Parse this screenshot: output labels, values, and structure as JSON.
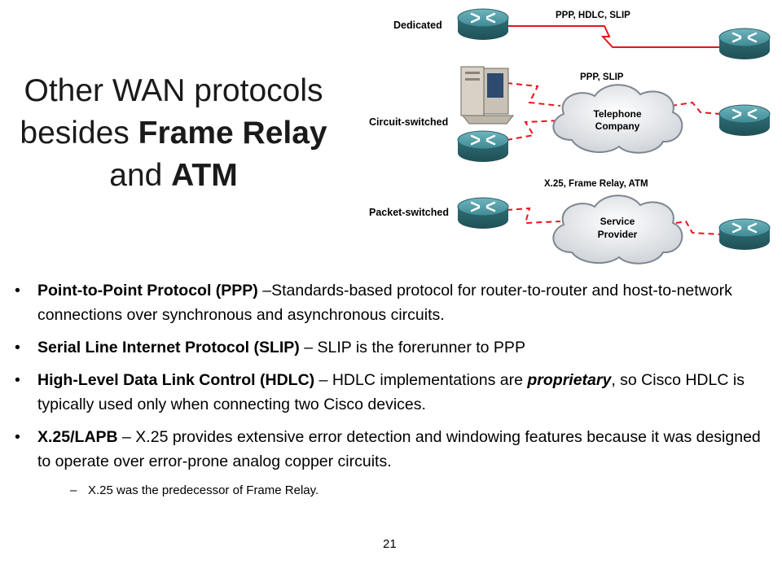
{
  "title": {
    "line1": "Other WAN protocols",
    "line2_prefix": "besides ",
    "line2_bold": "Frame Relay",
    "line3_prefix": "and ",
    "line3_bold": "ATM"
  },
  "diagram": {
    "label_dedicated": "Dedicated",
    "label_circuit": "Circuit-switched",
    "label_packet": "Packet-switched",
    "proto_dedicated": "PPP, HDLC, SLIP",
    "proto_circuit": "PPP, SLIP",
    "proto_packet": "X.25, Frame Relay, ATM",
    "cloud1_line1": "Telephone",
    "cloud1_line2": "Company",
    "cloud2_line1": "Service",
    "cloud2_line2": "Provider",
    "colors": {
      "link": "#e8141c",
      "router": "#3f8a94",
      "cloud": "#d9dde2"
    }
  },
  "bullets": [
    {
      "bold": "Point-to-Point Protocol (PPP)",
      "text": " –Standards-based protocol for router-to-router and host-to-network connections over synchronous and asynchronous circuits."
    },
    {
      "bold": "Serial Line Internet Protocol (SLIP)",
      "text": " – SLIP is the forerunner to PPP"
    },
    {
      "bold": "High-Level Data Link Control (HDLC)",
      "text": " – HDLC implementations are ",
      "bold_italic": "proprietary",
      "text2": ", so Cisco HDLC is typically used only when connecting two Cisco devices."
    },
    {
      "bold": "X.25/LAPB",
      "text": " – X.25 provides extensive error detection and windowing features because it was designed to operate over error-prone analog copper circuits."
    }
  ],
  "sub_bullet": "X.25 was the predecessor of Frame Relay.",
  "page_number": "21"
}
